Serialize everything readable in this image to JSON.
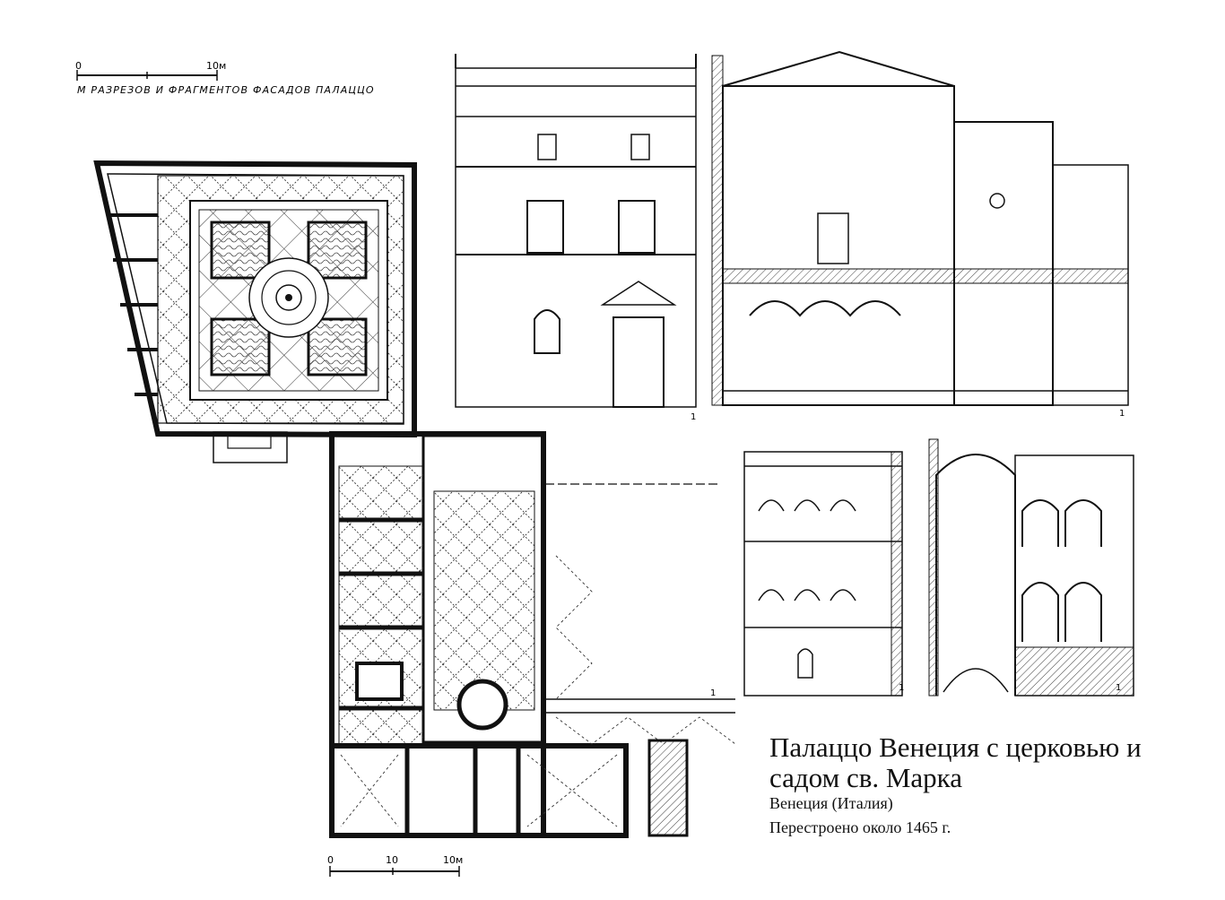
{
  "scale_top": {
    "label": "М РАЗРЕЗОВ И ФРАГМЕНТОВ ФАСАДОВ ПАЛАЦЦО",
    "ticks": [
      "0",
      "10м"
    ]
  },
  "scale_bottom": {
    "ticks": [
      "0",
      "10",
      "10м"
    ]
  },
  "section_marks": [
    "1",
    "1",
    "1",
    "1",
    "1"
  ],
  "caption": {
    "title_line1": "Палаццо Венеция с церковью и",
    "title_line2": "садом св. Марка",
    "location": "Венеция (Италия)",
    "date": "Перестроено около 1465 г."
  },
  "colors": {
    "ink": "#1a1a1a",
    "paper": "#ffffff"
  }
}
